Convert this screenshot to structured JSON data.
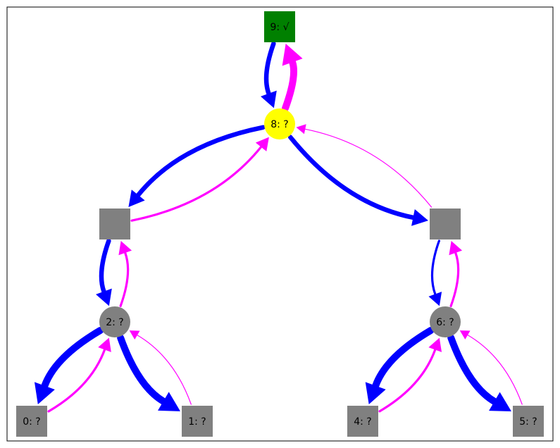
{
  "colors": {
    "gray": "#808080",
    "green": "#008000",
    "yellow": "#ffff00",
    "blue": "#0000ff",
    "magenta": "#ff00ff",
    "frame": "#000000"
  },
  "nodes": [
    {
      "id": "9",
      "label": "9: √",
      "shape": "square",
      "color": "green"
    },
    {
      "id": "8",
      "label": "8: ?",
      "shape": "circle",
      "color": "yellow"
    },
    {
      "id": "7",
      "label": "",
      "shape": "square",
      "color": "gray"
    },
    {
      "id": "3",
      "label": "",
      "shape": "square",
      "color": "gray"
    },
    {
      "id": "2",
      "label": "2: ?",
      "shape": "circle",
      "color": "gray"
    },
    {
      "id": "6",
      "label": "6: ?",
      "shape": "circle",
      "color": "gray"
    },
    {
      "id": "0",
      "label": "0: ?",
      "shape": "square",
      "color": "gray"
    },
    {
      "id": "1",
      "label": "1: ?",
      "shape": "square",
      "color": "gray"
    },
    {
      "id": "4",
      "label": "4: ?",
      "shape": "square",
      "color": "gray"
    },
    {
      "id": "5",
      "label": "5: ?",
      "shape": "square",
      "color": "gray"
    }
  ],
  "edges": [
    {
      "from": "9",
      "to": "8",
      "color": "blue",
      "weight": "thick"
    },
    {
      "from": "8",
      "to": "9",
      "color": "magenta",
      "weight": "extra-thick"
    },
    {
      "from": "8",
      "to": "7",
      "color": "blue",
      "weight": "thick"
    },
    {
      "from": "7",
      "to": "8",
      "color": "magenta",
      "weight": "medium"
    },
    {
      "from": "8",
      "to": "3",
      "color": "blue",
      "weight": "thick"
    },
    {
      "from": "3",
      "to": "8",
      "color": "magenta",
      "weight": "thin"
    },
    {
      "from": "7",
      "to": "2",
      "color": "blue",
      "weight": "thick"
    },
    {
      "from": "2",
      "to": "7",
      "color": "magenta",
      "weight": "medium"
    },
    {
      "from": "3",
      "to": "6",
      "color": "blue",
      "weight": "medium"
    },
    {
      "from": "6",
      "to": "3",
      "color": "magenta",
      "weight": "medium"
    },
    {
      "from": "2",
      "to": "0",
      "color": "blue",
      "weight": "extra-thick"
    },
    {
      "from": "0",
      "to": "2",
      "color": "magenta",
      "weight": "medium"
    },
    {
      "from": "2",
      "to": "1",
      "color": "blue",
      "weight": "extra-thick"
    },
    {
      "from": "1",
      "to": "2",
      "color": "magenta",
      "weight": "thin"
    },
    {
      "from": "6",
      "to": "4",
      "color": "blue",
      "weight": "extra-thick"
    },
    {
      "from": "4",
      "to": "6",
      "color": "magenta",
      "weight": "medium"
    },
    {
      "from": "6",
      "to": "5",
      "color": "blue",
      "weight": "extra-thick"
    },
    {
      "from": "5",
      "to": "6",
      "color": "magenta",
      "weight": "thin"
    }
  ]
}
